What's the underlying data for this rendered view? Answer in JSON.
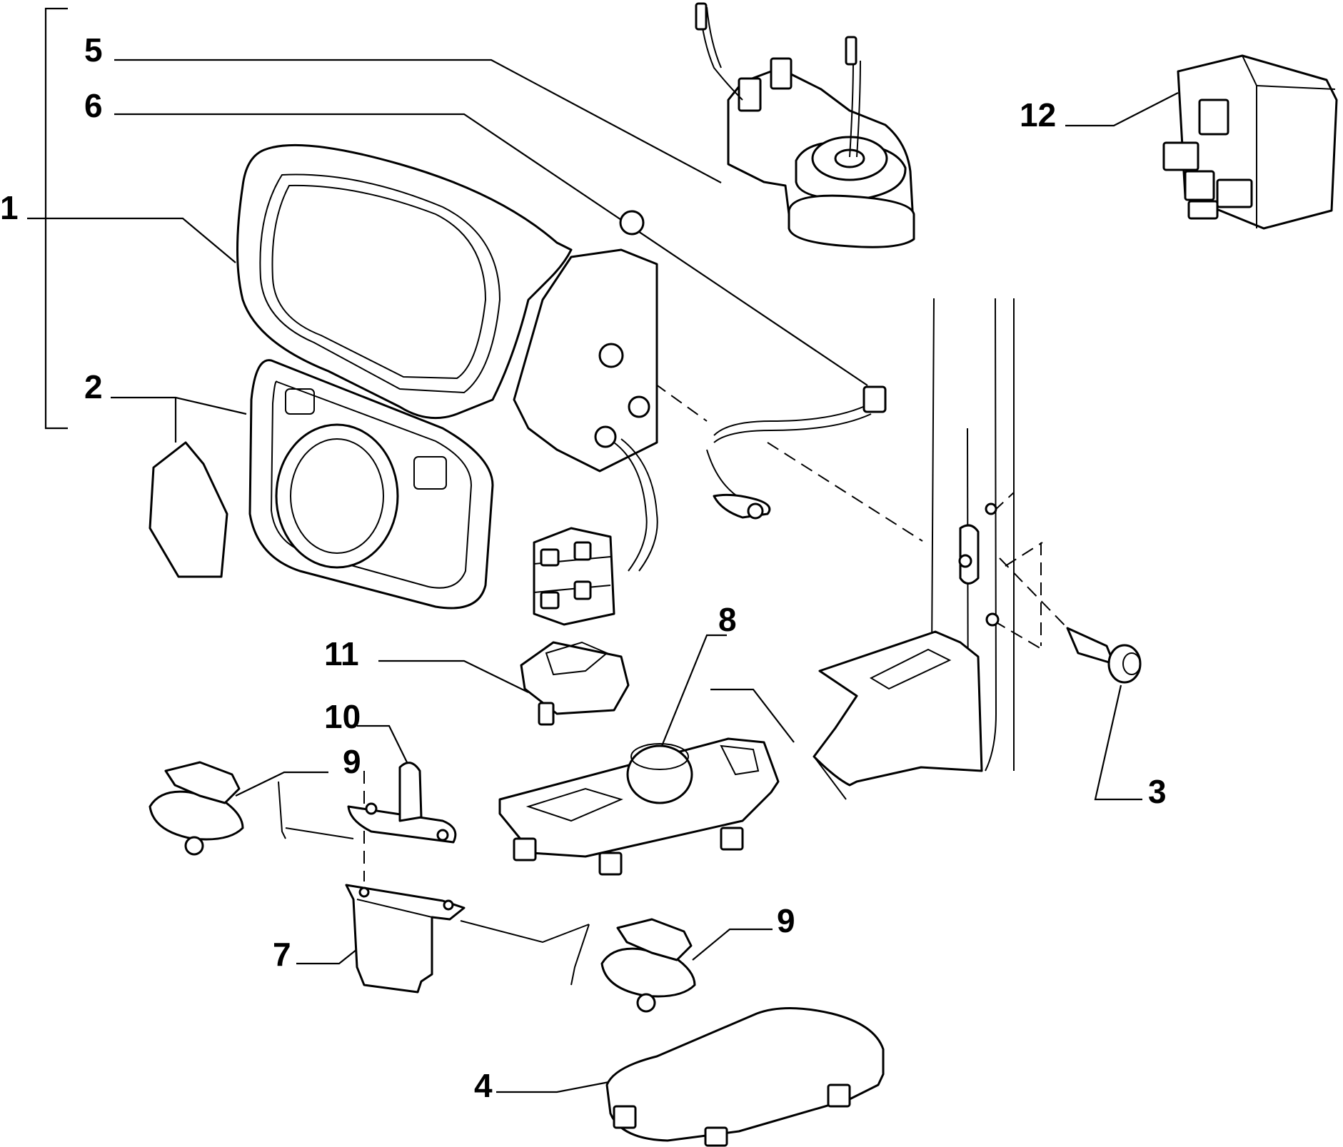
{
  "diagram": {
    "callouts": [
      {
        "id": "1",
        "label": "1"
      },
      {
        "id": "2",
        "label": "2"
      },
      {
        "id": "3",
        "label": "3"
      },
      {
        "id": "4",
        "label": "4"
      },
      {
        "id": "5",
        "label": "5"
      },
      {
        "id": "6",
        "label": "6"
      },
      {
        "id": "7",
        "label": "7"
      },
      {
        "id": "8",
        "label": "8"
      },
      {
        "id": "9a",
        "label": "9"
      },
      {
        "id": "9b",
        "label": "9"
      },
      {
        "id": "10",
        "label": "10"
      },
      {
        "id": "11",
        "label": "11"
      },
      {
        "id": "12",
        "label": "12"
      }
    ]
  }
}
